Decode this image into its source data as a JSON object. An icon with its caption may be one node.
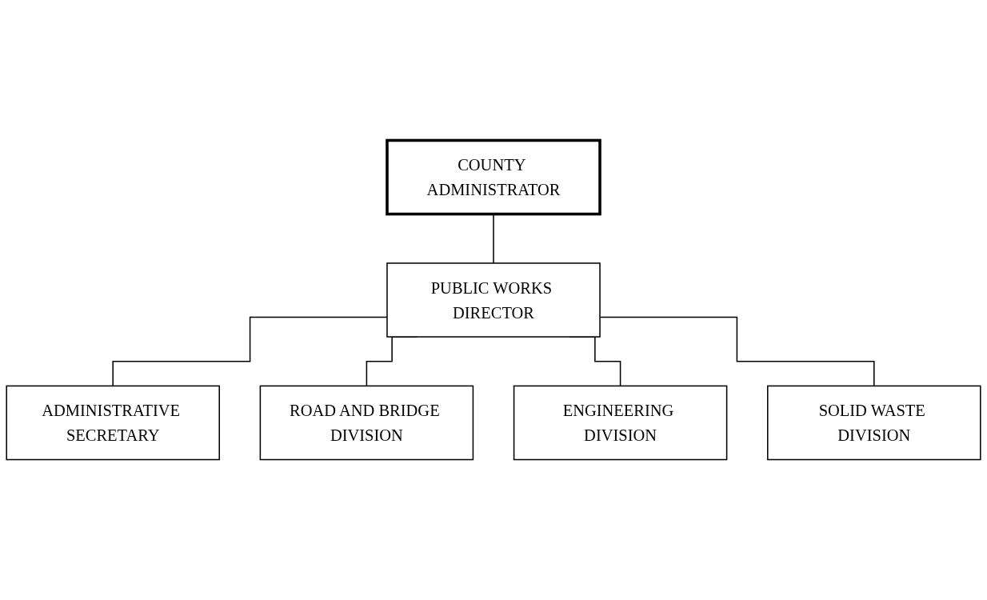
{
  "diagram": {
    "nodes": [
      {
        "text": [
          "COUNTY ADMINISTRATOR"
        ]
      },
      {
        "text": [
          "PUBLIC WORKS DIRECTOR"
        ]
      },
      {
        "text": [
          "ADMINISTRATIVE SECRETARY"
        ]
      },
      {
        "text": [
          "ROAD AND BRIDGE DIVISION"
        ]
      },
      {
        "text": [
          "ENGINEERING DIVISION"
        ]
      },
      {
        "text": [
          "SOLID WASTE DIVISION"
        ]
      }
    ],
    "edges": [
      {
        "from": 0,
        "to": 1,
        "arrow": "none"
      },
      {
        "from": 1,
        "to": 2,
        "arrow": "none"
      },
      {
        "from": 1,
        "to": 3,
        "arrow": "none"
      },
      {
        "from": 1,
        "to": 4,
        "arrow": "none"
      },
      {
        "from": 1,
        "to": 5,
        "arrow": "none"
      }
    ]
  }
}
